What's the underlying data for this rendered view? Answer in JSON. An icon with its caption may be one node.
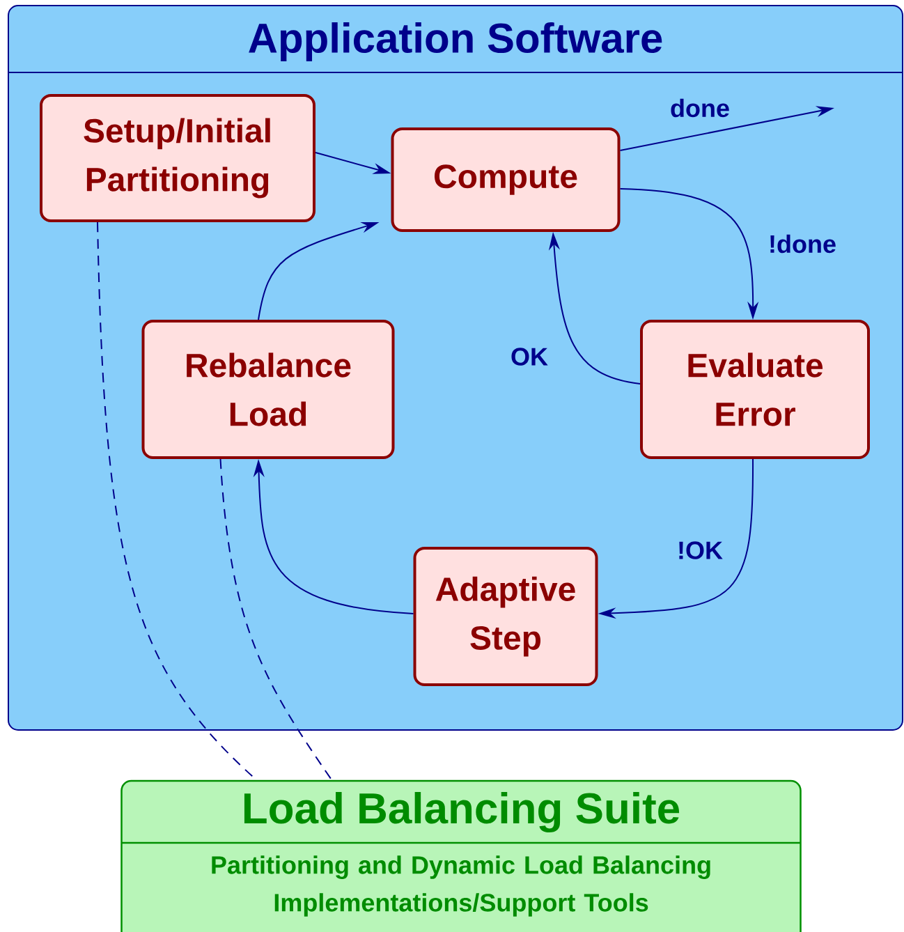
{
  "diagram": {
    "nodes": [
      {
        "text": [
          "Application Software"
        ]
      },
      {
        "text": [
          "Setup/Initial Partitioning"
        ],
        "in": 0
      },
      {
        "text": [
          "Compute"
        ],
        "in": 0
      },
      {
        "text": [
          "Rebalance Load"
        ],
        "in": 0
      },
      {
        "text": [
          "Evaluate Error"
        ],
        "in": 0
      },
      {
        "text": [
          "Adaptive Step"
        ],
        "in": 0
      },
      {
        "text": [
          "Load Balancing Suite",
          "Partitioning and Dynamic Load Balancing Implementations/Support Tools"
        ]
      }
    ],
    "edges": [
      {
        "from": 1,
        "to": 2,
        "arrow": "to"
      },
      {
        "from": 2,
        "to": null,
        "arrow": "to",
        "label": "done"
      },
      {
        "from": 2,
        "to": 4,
        "arrow": "to",
        "label": "!done"
      },
      {
        "from": 4,
        "to": 2,
        "arrow": "to",
        "label": "OK"
      },
      {
        "from": 4,
        "to": 5,
        "arrow": "to",
        "label": "!OK"
      },
      {
        "from": 5,
        "to": 3,
        "arrow": "to"
      },
      {
        "from": 3,
        "to": 2,
        "arrow": "to"
      },
      {
        "from": 1,
        "to": 6,
        "arrow": "none",
        "style": "dashed"
      },
      {
        "from": 3,
        "to": 6,
        "arrow": "none",
        "style": "dashed"
      }
    ]
  }
}
